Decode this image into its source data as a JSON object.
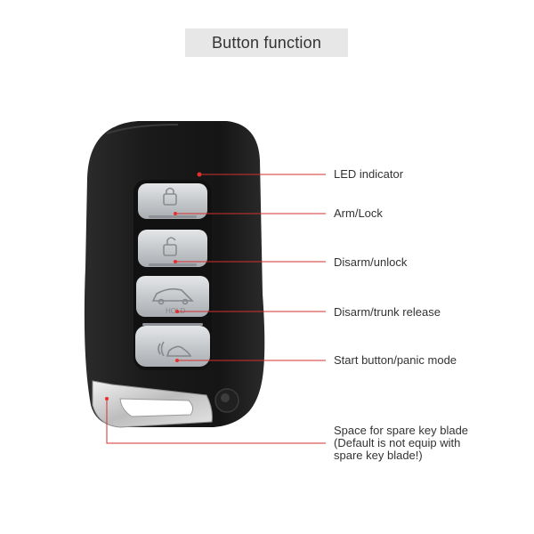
{
  "title": "Button function",
  "colors": {
    "callout_line": "#d42f2f",
    "title_bg": "#e7e7e7",
    "fob_body": "#1d1d1d",
    "button_silver": "#c9cbcd",
    "blade_chrome": "#d8d8d8"
  },
  "icons": {
    "lock": "padlock-closed-icon",
    "unlock": "padlock-open-icon",
    "trunk": "car-trunk-icon",
    "panic": "remote-start-icon"
  },
  "fob": {
    "trunk_text": "HOLD"
  },
  "labels": {
    "led": "LED indicator",
    "lock": "Arm/Lock",
    "unlock": "Disarm/unlock",
    "trunk": "Disarm/trunk release",
    "start": "Start button/panic mode",
    "blade_line1": "Space for spare key blade",
    "blade_line2": "(Default is not equip with",
    "blade_line3": "spare key blade!)"
  }
}
